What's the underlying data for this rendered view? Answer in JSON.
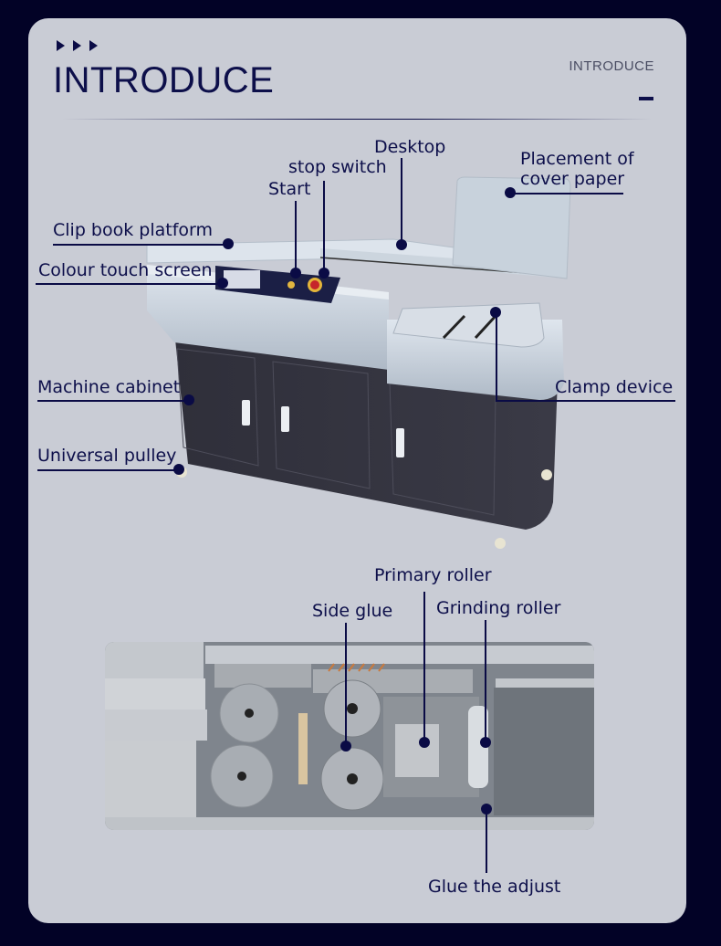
{
  "header": {
    "title": "INTRODUCE",
    "subtitle": "INTRODUCE",
    "decor_arrows": [
      "play-arrow",
      "play-arrow",
      "play-arrow"
    ]
  },
  "colors": {
    "page_bg": "#020226",
    "card_bg": "#c9ccd5",
    "accent": "#0a0b45",
    "cabinet": "#33333f",
    "machine_body": "#c4ced8"
  },
  "machine_labels": {
    "desktop": "Desktop",
    "stop_switch": "stop switch",
    "start": "Start",
    "placement_cover_paper_line1": "Placement of",
    "placement_cover_paper_line2": "cover paper",
    "clip_book_platform": "Clip book platform",
    "colour_touch_screen": "Colour touch screen",
    "machine_cabinet": "Machine cabinet",
    "clamp_device": "Clamp device",
    "universal_pulley": "Universal pulley"
  },
  "detail_labels": {
    "primary_roller": "Primary roller",
    "side_glue": "Side glue",
    "grinding_roller": "Grinding roller",
    "glue_the_adjust": "Glue the adjust"
  }
}
